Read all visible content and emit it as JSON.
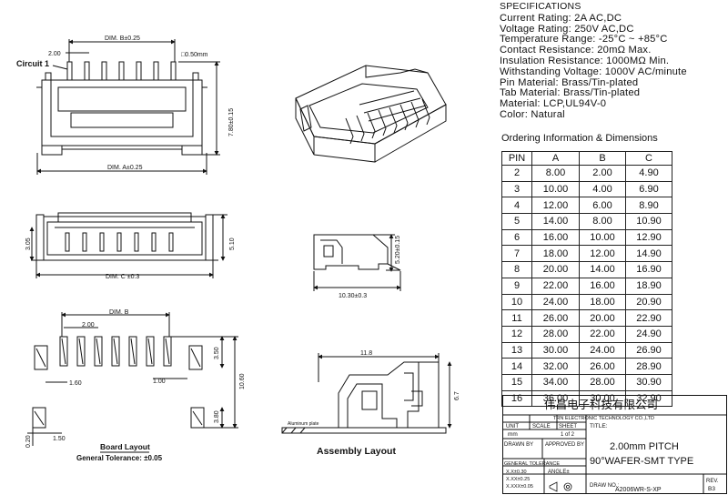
{
  "specifications": {
    "heading": "SPECIFICATIONS",
    "lines": [
      "Current Rating: 2A AC,DC",
      "Voltage Rating: 250V AC,DC",
      "Temperature Range: -25°C ~ +85°C",
      "Contact Resistance: 20mΩ Max.",
      "Insulation Resistance: 1000MΩ Min.",
      "Withstanding Voltage: 1000V AC/minute",
      "Pin Material: Brass/Tin-plated",
      "Tab Material: Brass/Tin-plated",
      "Material: LCP,UL94V-0",
      "Color: Natural"
    ]
  },
  "ordering": {
    "title": "Ordering Information & Dimensions",
    "headers": [
      "PIN",
      "A",
      "B",
      "C"
    ],
    "rows": [
      [
        "2",
        "8.00",
        "2.00",
        "4.90"
      ],
      [
        "3",
        "10.00",
        "4.00",
        "6.90"
      ],
      [
        "4",
        "12.00",
        "6.00",
        "8.90"
      ],
      [
        "5",
        "14.00",
        "8.00",
        "10.90"
      ],
      [
        "6",
        "16.00",
        "10.00",
        "12.90"
      ],
      [
        "7",
        "18.00",
        "12.00",
        "14.90"
      ],
      [
        "8",
        "20.00",
        "14.00",
        "16.90"
      ],
      [
        "9",
        "22.00",
        "16.00",
        "18.90"
      ],
      [
        "10",
        "24.00",
        "18.00",
        "20.90"
      ],
      [
        "11",
        "26.00",
        "20.00",
        "22.90"
      ],
      [
        "12",
        "28.00",
        "22.00",
        "24.90"
      ],
      [
        "13",
        "30.00",
        "24.00",
        "26.90"
      ],
      [
        "14",
        "32.00",
        "26.00",
        "28.90"
      ],
      [
        "15",
        "34.00",
        "28.00",
        "30.90"
      ],
      [
        "16",
        "36.00",
        "30.00",
        "32.90"
      ]
    ]
  },
  "drawing_labels": {
    "circuit1": "Circuit 1",
    "dim_b_top": "DIM. B±0.25",
    "pitch_top": "2.00",
    "pin_size": "□0.50mm",
    "height_780": "7.80±0.15",
    "dim_a": "DIM. A±0.25",
    "h_305": "3.05",
    "h_510": "5.10",
    "dim_c": "DIM. C ±0.3",
    "side_h": "5.20±0.15",
    "side_w": "10.30±0.3",
    "board_dim_b": "DIM. B",
    "board_pitch": "2.00",
    "board_350": "3.50",
    "board_1060": "10.60",
    "board_160": "1.60",
    "board_100": "1.00",
    "board_380": "3.80",
    "board_150": "1.50",
    "board_020": "0.20",
    "asm_118": "11.8",
    "asm_67": "6.7",
    "aluminum": "Aluminum plate",
    "board_layout": "Board Layout",
    "tolerance": "General Tolerance: ±0.05",
    "assembly_layout": "Assembly Layout"
  },
  "title_block": {
    "company_cn": "伟昌电子科技有限公司",
    "company_en": "TRN ELECTRONIC TECHNOLOGY CO.,LTD",
    "unit_label": "UNIT",
    "scale_label": "SCALE",
    "sheet_label": "SHEET",
    "title_label": "TITLE:",
    "unit_value": "mm",
    "sheet_value": "1 of 2",
    "drawn_by": "DRAWN BY",
    "approved_by": "APPROVED BY",
    "general_tol": "GENERAL TOLERANCE",
    "tol_lines": [
      "X.X±0.30",
      "X.XX±0.25",
      "X.XXX±0.05"
    ],
    "angle": "ANGLE±",
    "title_line1": "2.00mm PITCH",
    "title_line2": "90°WAFER-SMT TYPE",
    "draw_no_label": "DRAW NO.:",
    "draw_no": "A2006WR-S-XP",
    "rev_label": "REV.",
    "rev_value": "B3"
  }
}
